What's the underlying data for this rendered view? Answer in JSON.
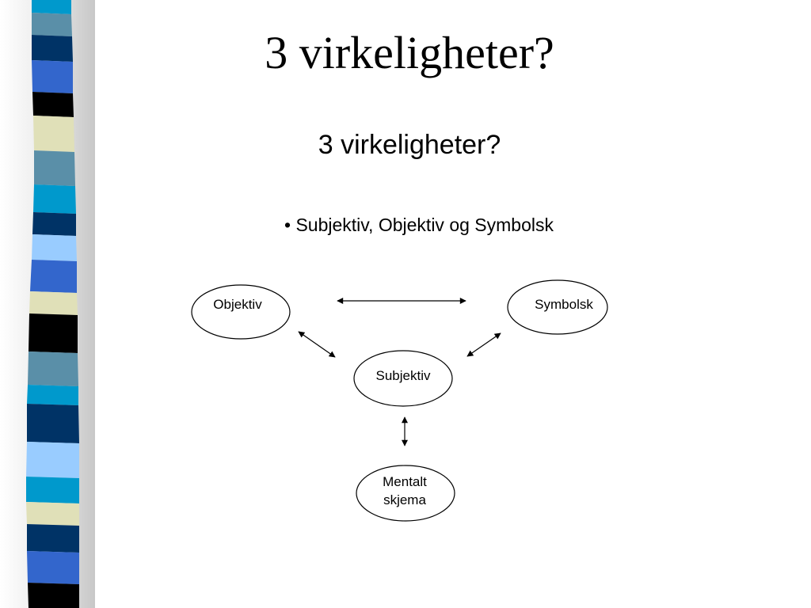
{
  "slide": {
    "title": "3 virkeligheter?",
    "subtitle": "3 virkeligheter?",
    "bullet": "• Subjektiv, Objektiv og Symbolsk"
  },
  "diagram": {
    "nodes": {
      "objektiv": "Objektiv",
      "symbolsk": "Symbolsk",
      "subjektiv": "Subjektiv",
      "mentalt_line1": "Mentalt",
      "mentalt_line2": "skjema"
    },
    "edges": [
      {
        "from": "Objektiv",
        "to": "Symbolsk",
        "type": "double-arrow"
      },
      {
        "from": "Objektiv",
        "to": "Subjektiv",
        "type": "double-arrow"
      },
      {
        "from": "Symbolsk",
        "to": "Subjektiv",
        "type": "double-arrow"
      },
      {
        "from": "Subjektiv",
        "to": "Mentalt skjema",
        "type": "double-arrow"
      }
    ]
  },
  "colors": {
    "stripe_navy": "#003366",
    "stripe_black": "#000000",
    "stripe_blue": "#3366cc",
    "stripe_teal": "#5a8fa8",
    "stripe_cyan": "#0099cc",
    "stripe_light_blue": "#99ccff",
    "stripe_cream": "#e0e0b8"
  }
}
